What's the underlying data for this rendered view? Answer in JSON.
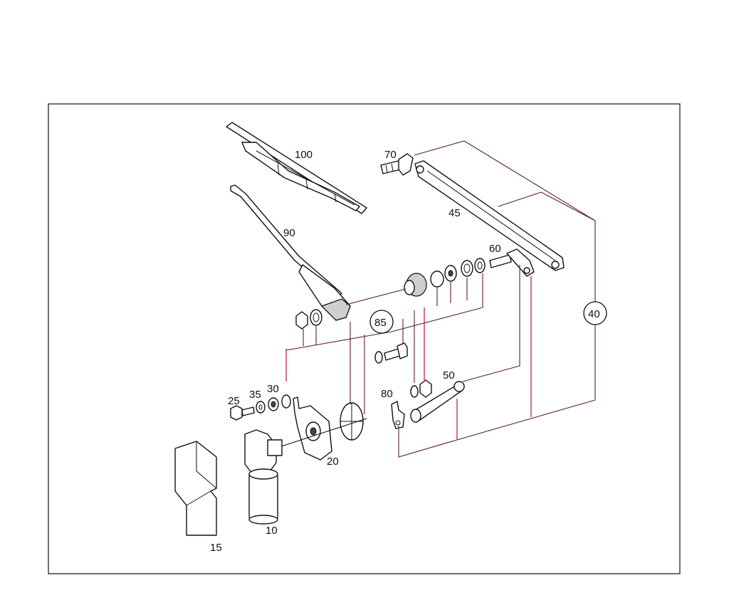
{
  "callouts": {
    "p100": "100",
    "p90": "90",
    "p70": "70",
    "p45": "45",
    "p60": "60",
    "p85": "85",
    "p40": "40",
    "p50": "50",
    "p80": "80",
    "p25": "25",
    "p35": "35",
    "p30": "30",
    "p20": "20",
    "p15": "15",
    "p10": "10"
  },
  "colors": {
    "frame": "#222222",
    "leader": "#5a1f2e",
    "leader_highlight": "#c8345a"
  }
}
